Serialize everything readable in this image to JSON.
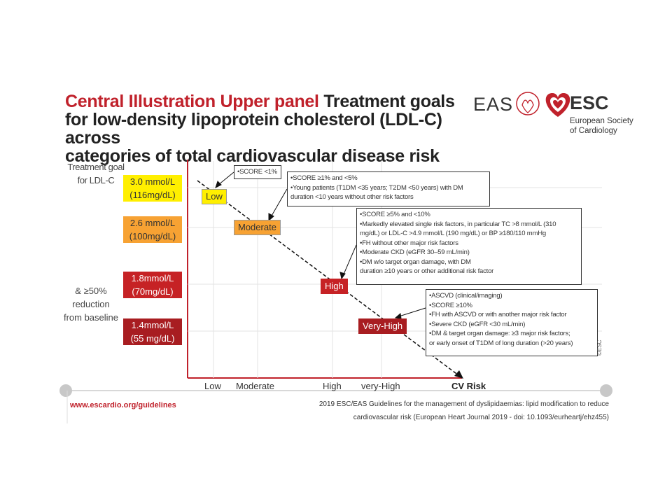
{
  "title": {
    "part1": "Central Illustration Upper panel",
    "part2": " Treatment  goals",
    "line2": "for  low-density lipoprotein  cholesterol (LDL-C) across",
    "line3": "categories  of total cardiovascular disease risk"
  },
  "logos": {
    "eas": "EAS",
    "esc": "ESC",
    "esc_sub1": "European Society",
    "esc_sub2": "of Cardiology"
  },
  "y_label": {
    "line1": "Treatment goal",
    "line2": "for LDL-C"
  },
  "reduction": {
    "line1": "& ≥50%",
    "line2": "reduction",
    "line3": "from baseline"
  },
  "goals": [
    {
      "mmol": "3.0 mmol/L",
      "mg": "(116mg/dL)",
      "color": "#ffef00"
    },
    {
      "mmol": "2.6 mmol/L",
      "mg": "(100mg/dL)",
      "color": "#f7a233"
    },
    {
      "mmol": "1.8mmol/L",
      "mg": "(70mg/dL)",
      "color": "#c62225"
    },
    {
      "mmol": "1.4mmol/L",
      "mg": "(55 mg/dL)",
      "color": "#a81d21"
    }
  ],
  "categories": [
    "Low",
    "Moderate",
    "High",
    "Very-High"
  ],
  "x_ticks": [
    "Low",
    "Moderate",
    "High",
    "very-High"
  ],
  "x_axis_label": "CV Risk",
  "info": {
    "low": [
      "•SCORE <1%"
    ],
    "moderate": [
      "•SCORE ≥1% and <5%",
      "•Young patients (T1DM <35 years; T2DM <50 years)  with DM",
      "duration <10 years without other risk factors"
    ],
    "high": [
      "•SCORE ≥5% and <10%",
      "•Markedly elevated single risk factors, in particular  TC >8 mmol/L (310",
      "mg/dL) or LDL-C >4.9 mmol/L  (190 mg/dL) or BP ≥180/110  mmHg",
      "•FH without other major risk factors",
      "•Moderate CKD (eGFR 30–59 mL/min)",
      "•DM w/o target organ damage, with DM",
      "duration ≥10 years or other additional risk factor"
    ],
    "very_high": [
      "•ASCVD (clinical/imaging)",
      "•SCORE ≥10%",
      "•FH with ASCVD or with another  major risk factor",
      "•Severe  CKD (eGFR <30 mL/min)",
      "•DM & target organ damage: ≥3  major risk factors;",
      "or early onset of  T1DM of long duration (>20 years)"
    ]
  },
  "footer": {
    "website": "www.escardio.org/guidelines",
    "citation1": "2019 ESC/EAS Guidelines for the management of dyslipidaemias: lipid modification to reduce",
    "citation2": "cardiovascular risk (European Heart Journal 2019 - doi: 10.1093/eurheartj/ehz455)",
    "copyright": "©ESC"
  },
  "colors": {
    "accent_red": "#c0212b",
    "axis_red": "#c0212b"
  }
}
